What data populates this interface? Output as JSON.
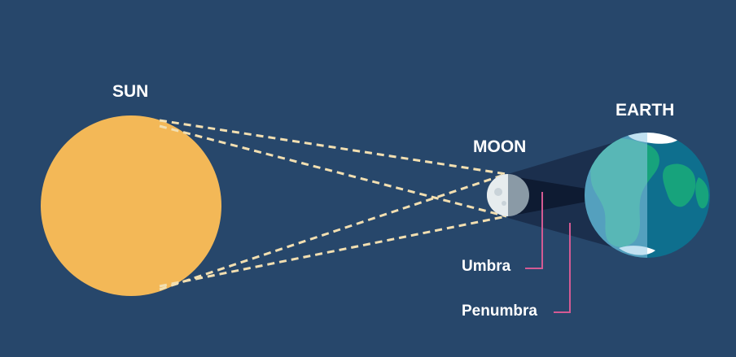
{
  "labels": {
    "sun": "SUN",
    "moon": "MOON",
    "earth": "EARTH",
    "umbra": "Umbra",
    "penumbra": "Penumbra"
  },
  "colors": {
    "background": "#27476b",
    "sun": "#f3b857",
    "sun_rays": "#f2dfb1",
    "shadow_cone": "#1a2b48",
    "umbra_cone": "#0d1a30",
    "leader_lines": "#d45a93",
    "moon_lit": "#e6ecee",
    "moon_dark": "#8a9aa6",
    "earth_ocean": "#0e6f8e",
    "earth_land": "#17a37c",
    "earth_ice": "#ffffff",
    "earth_night_overlay": "#8ec8e6"
  }
}
